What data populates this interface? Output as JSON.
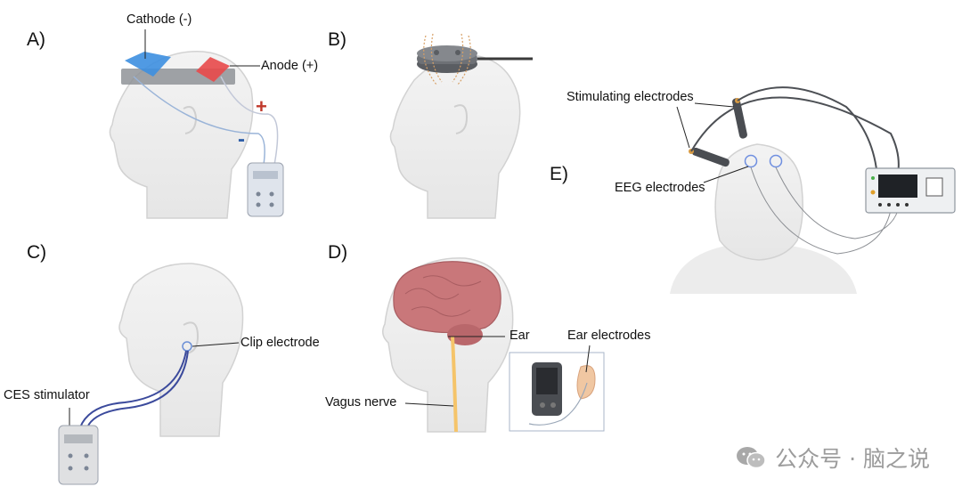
{
  "panels": {
    "a": "A)",
    "b": "B)",
    "c": "C)",
    "d": "D)",
    "e": "E)"
  },
  "labels": {
    "cathode": "Cathode (-)",
    "anode": "Anode (+)",
    "plus": "+",
    "minus": "-",
    "clip_electrode": "Clip electrode",
    "ces_stimulator": "CES stimulator",
    "ear": "Ear",
    "ear_electrodes": "Ear electrodes",
    "vagus_nerve": "Vagus nerve",
    "stimulating_electrodes": "Stimulating electrodes",
    "eeg_electrodes": "EEG electrodes"
  },
  "watermark": {
    "icon": "wechat-icon",
    "text": "公众号 · 脑之说"
  },
  "colors": {
    "cathode": "#3d8fe0",
    "anode": "#e8494a",
    "skin": "#f2f2f2",
    "outline": "#c9c9c9",
    "wire_blue": "#3b4a9c",
    "nerve": "#f5c46a",
    "brain": "#c9777a"
  }
}
